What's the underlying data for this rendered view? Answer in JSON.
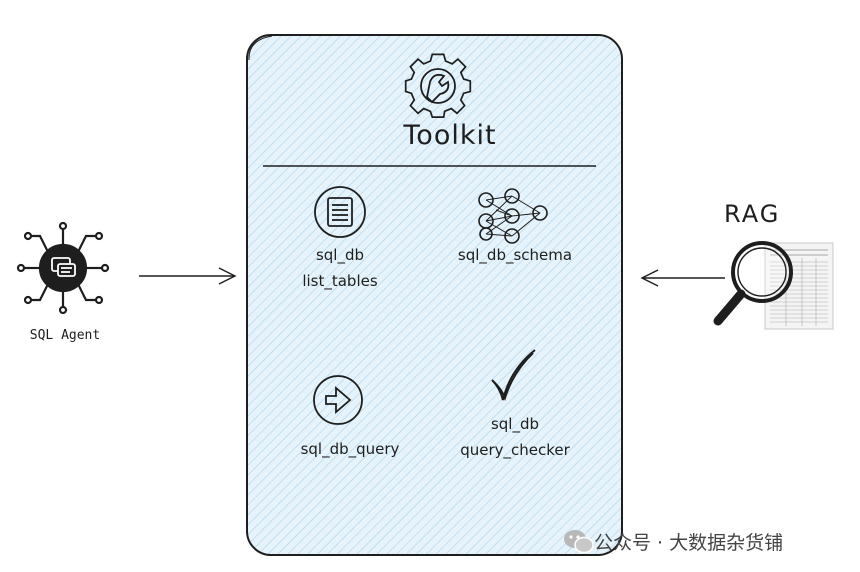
{
  "toolkit": {
    "title": "Toolkit",
    "tools": [
      {
        "lines": [
          "sql_db",
          "list_tables"
        ],
        "icon": "list-document-icon"
      },
      {
        "lines": [
          "sql_db_schema"
        ],
        "icon": "neural-network-icon"
      },
      {
        "lines": [
          "sql_db_query"
        ],
        "icon": "arrow-right-icon"
      },
      {
        "lines": [
          "sql_db",
          "query_checker"
        ],
        "icon": "checkmark-icon"
      }
    ]
  },
  "agent": {
    "label": "SQL Agent",
    "icon": "chat-chip-icon"
  },
  "rag": {
    "label": "RAG",
    "icon": "magnifier-newspaper-icon"
  },
  "watermark": {
    "text": "公众号 · 大数据杂货铺",
    "icon": "wechat-icon"
  },
  "colors": {
    "panel_fill": "#d6ecf8",
    "stroke": "#1e1e1e",
    "hatch": "#a9d4ee"
  }
}
